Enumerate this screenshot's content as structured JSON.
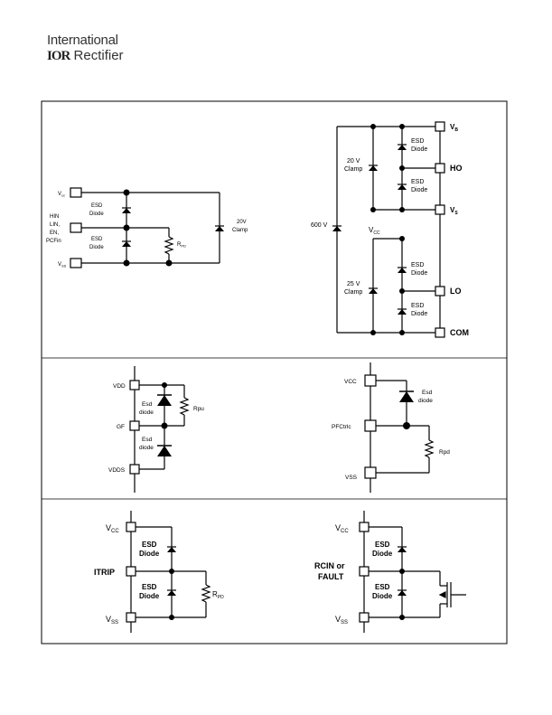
{
  "logo": {
    "line1": "International",
    "mark": "IOR",
    "line2": "Rectifier"
  },
  "diagram": {
    "d1": {
      "vcc": "V",
      "vcc_sub": "cc",
      "inputs": [
        "HIN",
        "LIN,",
        "EN,",
        "PCFin"
      ],
      "vss": "V",
      "vss_sub": "SS",
      "esd1": [
        "ESD",
        "Diode"
      ],
      "esd2": [
        "ESD",
        "Diode"
      ],
      "rpd": "R",
      "rpd_sub": "PD",
      "clamp": [
        "20V",
        "Clamp"
      ]
    },
    "d2": {
      "vb": "V",
      "vb_sub": "B",
      "ho": "HO",
      "vs": "V",
      "vs_sub": "S",
      "vcc": "V",
      "vcc_sub": "CC",
      "lo": "LO",
      "com": "COM",
      "clamp600": "600 V",
      "clamp20": [
        "20 V",
        "Clamp"
      ],
      "clamp25": [
        "25 V",
        "Clamp"
      ],
      "esd": [
        "ESD",
        "Diode"
      ]
    },
    "d3": {
      "vdd": "VDD",
      "gf": "GF",
      "vdds": "VDDS",
      "esd1": [
        "Esd",
        "diode"
      ],
      "esd2": [
        "Esd",
        "diode"
      ],
      "rpu": "Rpu"
    },
    "d4": {
      "vcc": "VCC",
      "pfc": "PFCtrlc",
      "vss": "VSS",
      "esd": [
        "Esd",
        "diode"
      ],
      "rpd": "Rpd"
    },
    "d5": {
      "vcc": "V",
      "vcc_sub": "CC",
      "itrip": "ITRIP",
      "vss": "V",
      "vss_sub": "SS",
      "esd1": [
        "ESD",
        "Diode"
      ],
      "esd2": [
        "ESD",
        "Diode"
      ],
      "rpd": "R",
      "rpd_sub": "PD"
    },
    "d6": {
      "vcc": "V",
      "vcc_sub": "CC",
      "rcin": [
        "RCIN or",
        "FAULT"
      ],
      "vss": "V",
      "vss_sub": "SS",
      "esd1": [
        "ESD",
        "Diode"
      ],
      "esd2": [
        "ESD",
        "Diode"
      ]
    }
  }
}
